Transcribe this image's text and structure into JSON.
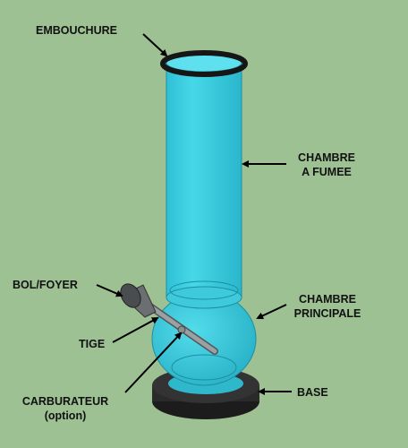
{
  "labels": {
    "embouchure": "EMBOUCHURE",
    "chambre_fumee_1": "CHAMBRE",
    "chambre_fumee_2": "A FUMEE",
    "bol_foyer": "BOL/FOYER",
    "chambre_principale_1": "CHAMBRE",
    "chambre_principale_2": "PRINCIPALE",
    "tige": "TIGE",
    "base": "BASE",
    "carburateur_1": "CARBURATEUR",
    "carburateur_2": "(option)"
  },
  "colors": {
    "background": "#9dc193",
    "glass": "#3fcfe0",
    "glass_dark": "#2aaec4",
    "ring": "#1a1a1a",
    "base": "#262626",
    "stem": "#8a8f93",
    "arrow": "#000000"
  }
}
